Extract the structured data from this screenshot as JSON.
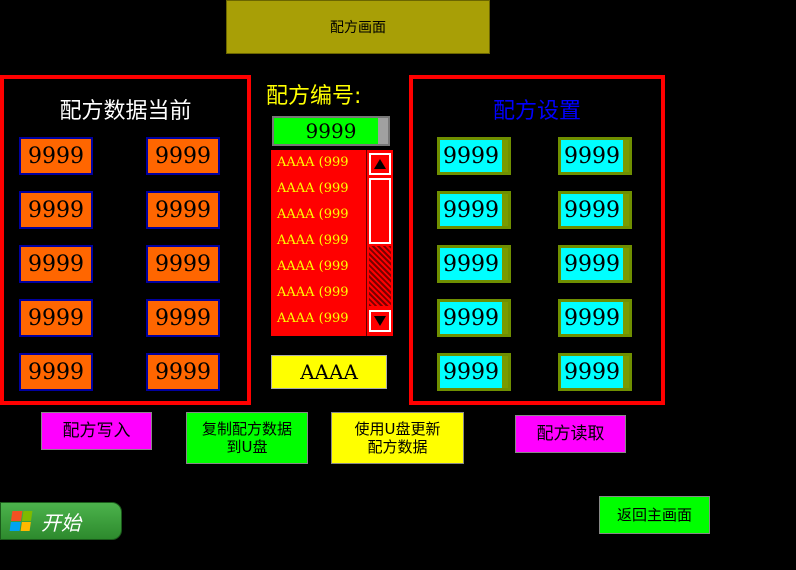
{
  "header": {
    "title": "配方画面"
  },
  "current_panel": {
    "title": "配方数据当前",
    "values": [
      "9999",
      "9999",
      "9999",
      "9999",
      "9999",
      "9999",
      "9999",
      "9999",
      "9999",
      "9999"
    ]
  },
  "recipe": {
    "number_label": "配方编号:",
    "number_value": "9999",
    "list_items": [
      "AAAA (999",
      "AAAA (999",
      "AAAA (999",
      "AAAA (999",
      "AAAA (999",
      "AAAA (999",
      "AAAA (999"
    ],
    "name_value": "AAAA"
  },
  "settings_panel": {
    "title": "配方设置",
    "values": [
      "9999",
      "9999",
      "9999",
      "9999",
      "9999",
      "9999",
      "9999",
      "9999",
      "9999",
      "9999"
    ]
  },
  "buttons": {
    "write": "配方写入",
    "copy_to_usb_line1": "复制配方数据",
    "copy_to_usb_line2": "到U盘",
    "update_from_usb_line1": "使用U盘更新",
    "update_from_usb_line2": "配方数据",
    "read": "配方读取",
    "return_main": "返回主画面"
  },
  "start": {
    "label": "开始"
  },
  "colors": {
    "background": "#000000",
    "panel_border": "#ff0000",
    "current_value_bg": "#ff6600",
    "setting_value_bg": "#00ffff",
    "title_bar": "#a89f06"
  }
}
